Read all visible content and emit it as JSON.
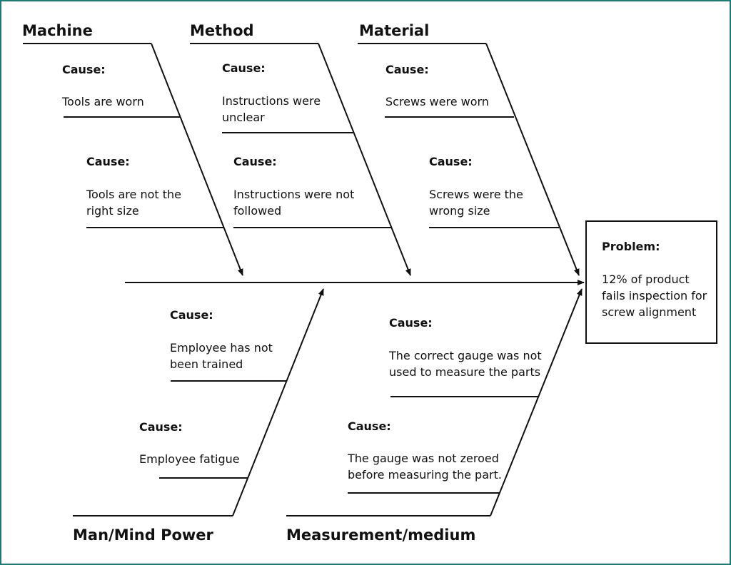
{
  "colors": {
    "frame": "#1f7a76",
    "line": "#111111"
  },
  "categories": {
    "machine": "Machine",
    "method": "Method",
    "material": "Material",
    "man": "Man/Mind Power",
    "measurement": "Measurement/medium"
  },
  "cause_label": "Cause:",
  "causes": {
    "machine_1": [
      "Tools are worn"
    ],
    "machine_2": [
      "Tools are not the",
      "right size"
    ],
    "method_1": [
      "Instructions were",
      "unclear"
    ],
    "method_2": [
      "Instructions were not",
      "followed"
    ],
    "material_1": [
      "Screws were worn"
    ],
    "material_2": [
      "Screws were the",
      "wrong size"
    ],
    "man_1": [
      "Employee has not",
      "been trained"
    ],
    "man_2": [
      "Employee fatigue"
    ],
    "measurement_1": [
      "The correct gauge was not",
      "used to measure the parts"
    ],
    "measurement_2": [
      "The gauge was not zeroed",
      "before measuring the part."
    ]
  },
  "problem": {
    "label": "Problem:",
    "text": [
      "12% of product",
      "fails inspection for",
      "screw alignment"
    ]
  }
}
